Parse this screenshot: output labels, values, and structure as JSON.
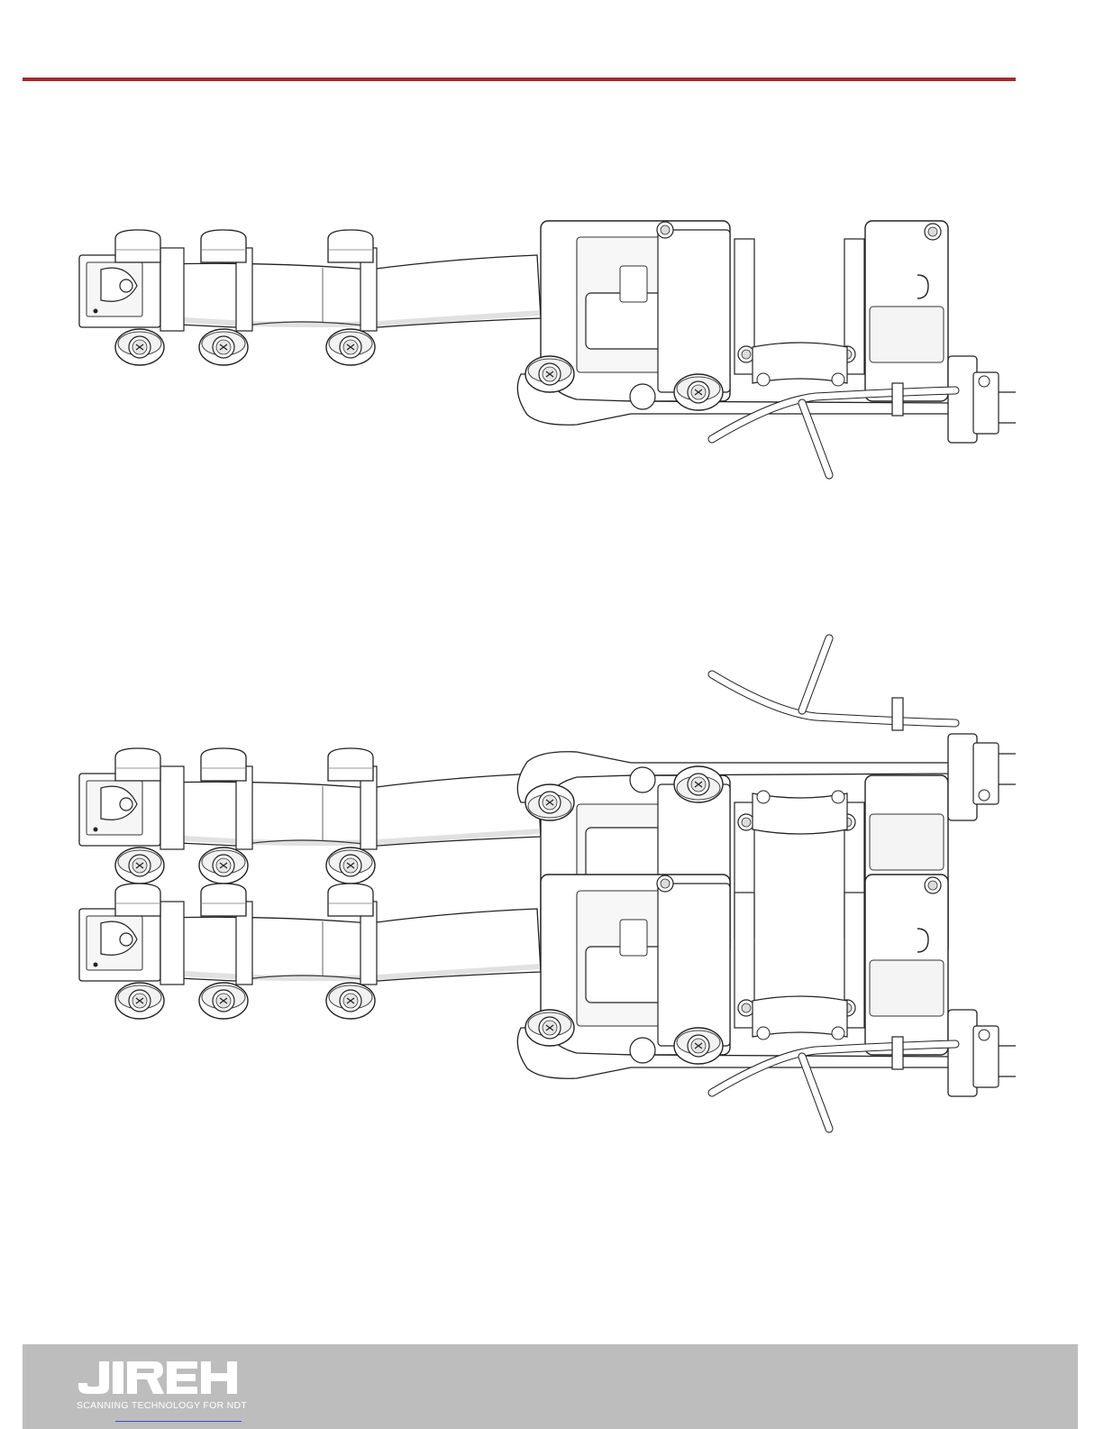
{
  "document": {
    "accent_color": "#a3292c",
    "footer_band_color": "#bdbdbd",
    "link_color": "#3a49d6"
  },
  "figures": [
    {
      "name": "scanner-single-row",
      "icon": "probe-holder-frame-illustration"
    },
    {
      "name": "scanner-double-row",
      "icon": "probe-holder-frame-illustration"
    }
  ],
  "footer": {
    "logo_text": "JIREH",
    "tagline": "SCANNING TECHNOLOGY FOR NDT"
  }
}
